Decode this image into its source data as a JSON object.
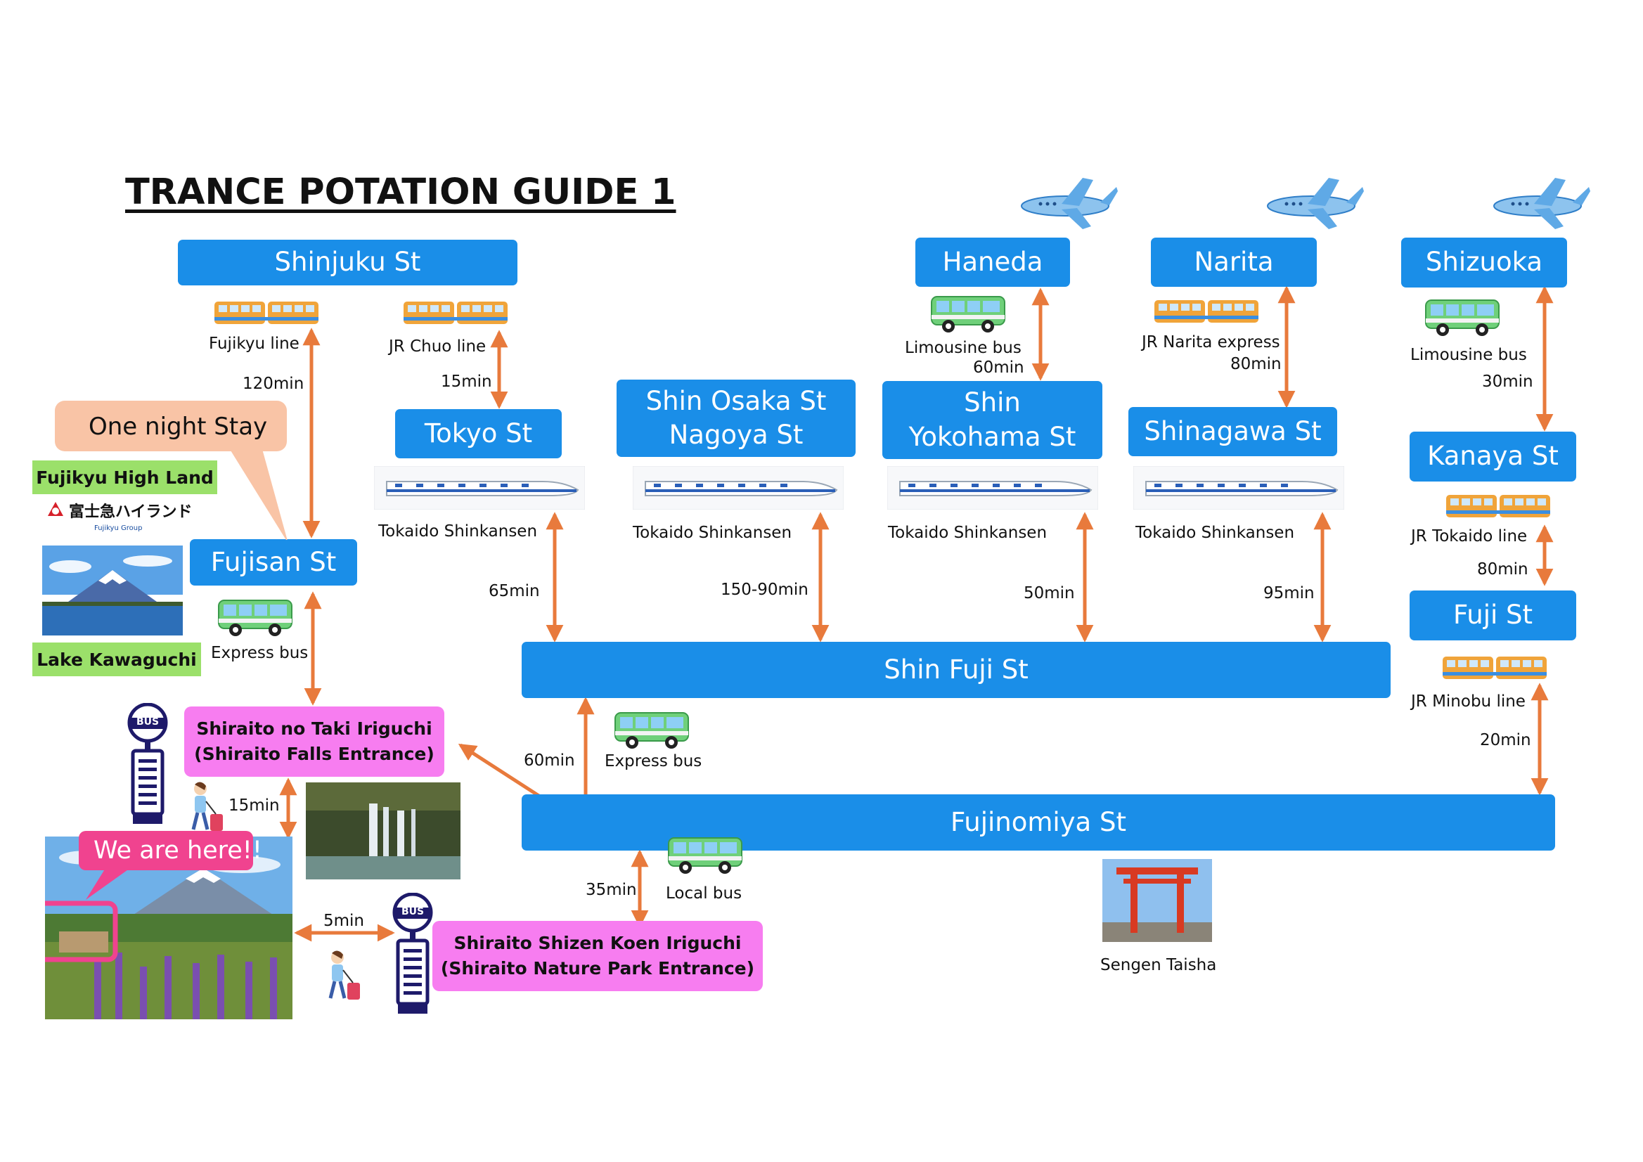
{
  "title": "TRANCE POTATION GUIDE 1",
  "stations": {
    "shinjuku": "Shinjuku St",
    "tokyo": "Tokyo St",
    "fujisan": "Fujisan St",
    "shin_osaka_nagoya": "Shin Osaka St\nNagoya St",
    "haneda": "Haneda",
    "shin_yokohama": "Shin\nYokohama St",
    "narita": "Narita",
    "shinagawa": "Shinagawa St",
    "shizuoka": "Shizuoka",
    "kanaya": "Kanaya St",
    "fuji": "Fuji St",
    "shin_fuji": "Shin Fuji St",
    "fujinomiya": "Fujinomiya St"
  },
  "routes": {
    "fujikyu_line": "Fujikyu line",
    "t_120": "120min",
    "jr_chuo_line": "JR Chuo line",
    "t_15": "15min",
    "tokaido_1": "Tokaido Shinkansen",
    "t_65": "65min",
    "tokaido_2": "Tokaido Shinkansen",
    "t_150_90": "150-90min",
    "limousine_haneda": "Limousine bus",
    "t_60_haneda": "60min",
    "tokaido_3": "Tokaido Shinkansen",
    "t_50": "50min",
    "jr_narita_express": "JR Narita express",
    "t_80_narita": "80min",
    "tokaido_4": "Tokaido Shinkansen",
    "t_95": "95min",
    "limousine_shizuoka": "Limousine bus",
    "t_30": "30min",
    "jr_tokaido_line": "JR Tokaido line",
    "t_80_kanaya": "80min",
    "jr_minobu_line": "JR Minobu line",
    "t_20": "20min",
    "express_bus_fujisan": "Express bus",
    "express_bus_shinfuji": "Express bus",
    "t_60_shinfuji": "60min",
    "local_bus": "Local bus",
    "t_35": "35min",
    "t_15_walk": "15min",
    "t_5_walk": "5min"
  },
  "places": {
    "one_night_stay": "One night Stay",
    "fujikyu_high_land": "Fujikyu High Land",
    "fujikyu_logo_jp": "富士急ハイランド",
    "fujikyu_group": "Fujikyu Group",
    "lake_kawaguchi": "Lake Kawaguchi",
    "shiraito_falls_1": "Shiraito no Taki Iriguchi",
    "shiraito_falls_2": "(Shiraito Falls Entrance)",
    "nature_park_1": "Shiraito Shizen Koen Iriguchi",
    "nature_park_2": "(Shiraito Nature Park Entrance)",
    "we_are_here": "We are here!!",
    "sengen_taisha": "Sengen Taisha",
    "bus_stop_label": "BUS"
  },
  "colors": {
    "station_blue": "#1a8ee8",
    "arrow_orange": "#e87a3c",
    "pink_box": "#f77df0",
    "green_label": "#9be06a",
    "bubble_peach": "#f9c4a6",
    "here_pink": "#f0438f"
  }
}
